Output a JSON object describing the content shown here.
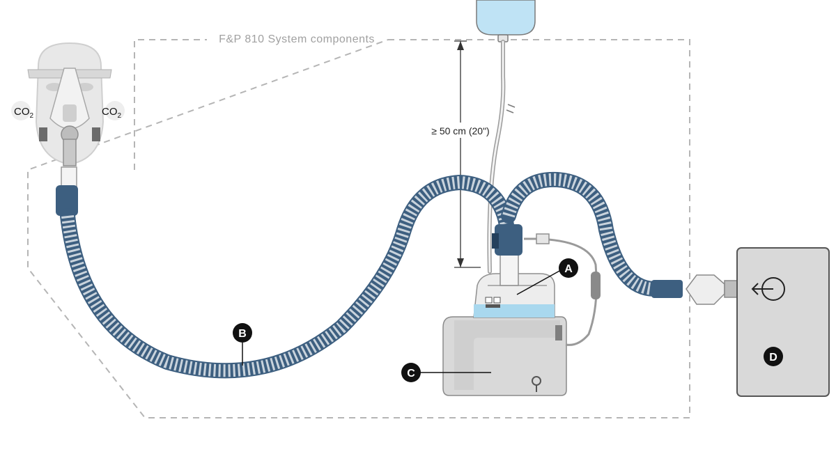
{
  "title": "F&P 810 System components",
  "height_requirement": "≥ 50 cm (20\")",
  "co2_labels": [
    {
      "base": "CO",
      "sub": "2"
    },
    {
      "base": "CO",
      "sub": "2"
    }
  ],
  "component_labels": {
    "a": "A",
    "b": "B",
    "c": "C",
    "d": "D"
  },
  "colors": {
    "tube_blue": "#3d5f80",
    "tube_light": "#c9d3dc",
    "boundary": "#b5b5b5",
    "device_gray": "#d9d9d9",
    "water": "#a9d8ee",
    "label_fill": "#111111"
  }
}
